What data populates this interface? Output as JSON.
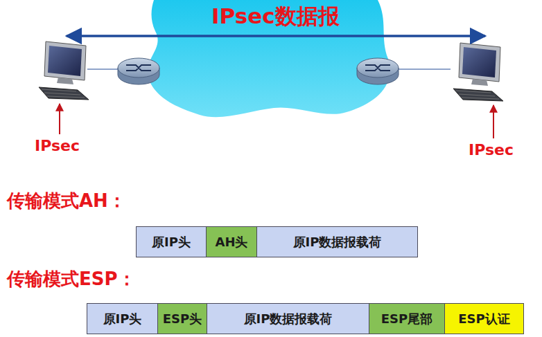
{
  "diagram": {
    "nodes": [
      {
        "text": [
          "原IP头"
        ]
      },
      {
        "text": [
          "AH头"
        ]
      },
      {
        "text": [
          "原IP数据报载荷"
        ]
      },
      {
        "text": [
          "原IP头"
        ]
      },
      {
        "text": [
          "ESP头"
        ]
      },
      {
        "text": [
          "原IP数据报载荷"
        ]
      },
      {
        "text": [
          "ESP尾部"
        ]
      },
      {
        "text": [
          "ESP认证"
        ]
      }
    ],
    "labels": [
      "IPsec数据报",
      "IPsec",
      "IPsec",
      "传输模式AH：",
      "传输模式ESP："
    ]
  }
}
